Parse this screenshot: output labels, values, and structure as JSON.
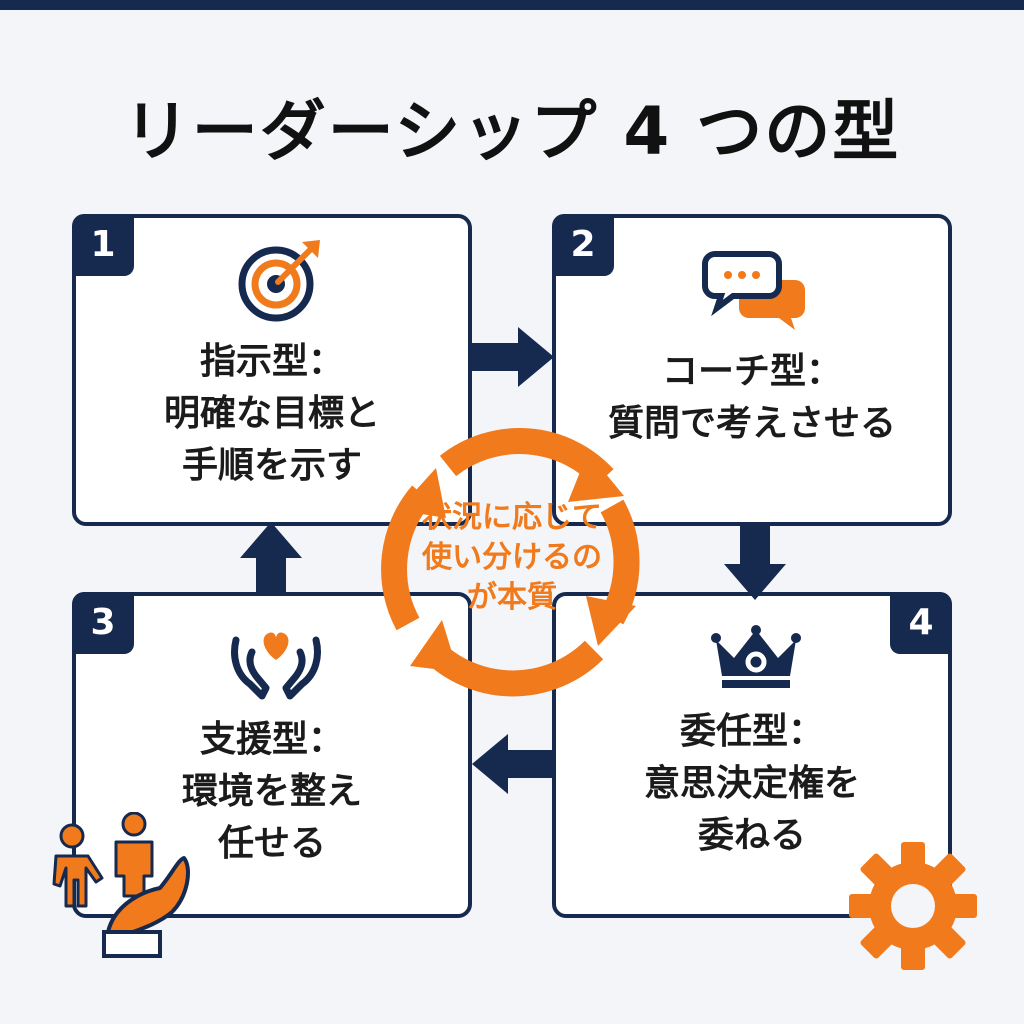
{
  "title": "リーダーシップ 4 つの型",
  "colors": {
    "navy": "#16294f",
    "orange": "#f07a1c",
    "background": "#f3f5f9",
    "card": "#ffffff"
  },
  "cards": [
    {
      "number": "1",
      "icon": "target-icon",
      "lines": [
        "指示型：",
        "明確な目標と",
        "手順を示す"
      ]
    },
    {
      "number": "2",
      "icon": "speech-bubbles-icon",
      "lines": [
        "コーチ型：",
        "質問で考えさせる"
      ]
    },
    {
      "number": "3",
      "icon": "hands-heart-icon",
      "lines": [
        "支援型：",
        "環境を整え",
        "任せる"
      ]
    },
    {
      "number": "4",
      "icon": "crown-gear-icon",
      "lines": [
        "委任型：",
        "意思決定権を",
        "委ねる"
      ]
    }
  ],
  "center": {
    "icon": "cycle-arrows-icon",
    "lines": [
      "状況に応じて",
      "使い分けるの",
      "が本質"
    ]
  },
  "decorations": [
    "people-support-icon",
    "gear-icon"
  ]
}
